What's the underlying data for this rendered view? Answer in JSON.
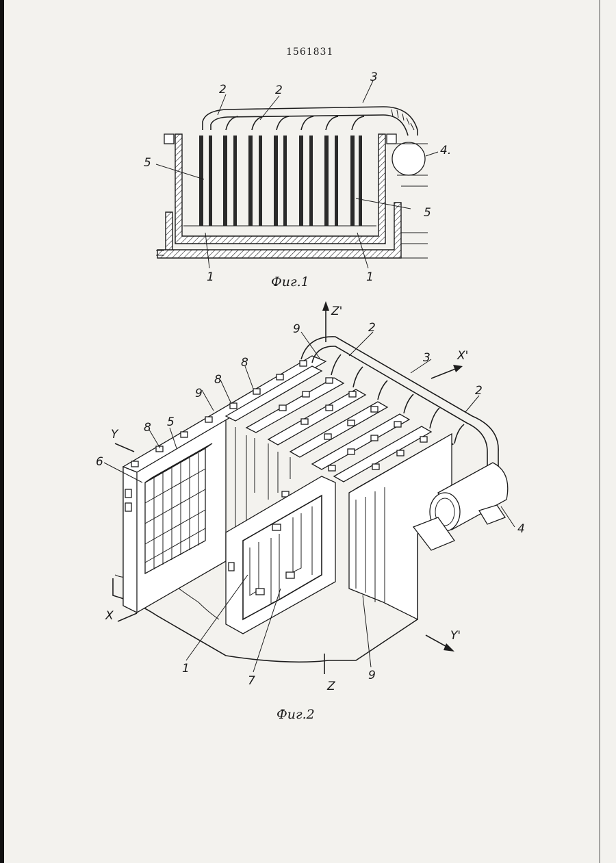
{
  "page": {
    "patent_number": "1561831",
    "background": "#f3f2ee",
    "ink": "#1d1d1d"
  },
  "figure1": {
    "caption": "Фиг.1",
    "labels": {
      "l2a": "2",
      "l2b": "2",
      "l3": "3",
      "l4": "4.",
      "l5a": "5",
      "l5b": "5",
      "l1a": "1",
      "l1b": "1"
    }
  },
  "figure2": {
    "caption": "Фиг.2",
    "labels": {
      "z_prime": "Z'",
      "x_prime": "X'",
      "y_prime": "Y'",
      "x": "X",
      "y": "Y",
      "z": "Z",
      "l9a": "9",
      "l2a": "2",
      "l3": "3",
      "l8a": "8",
      "l8b": "8",
      "l8c": "8",
      "l9b": "9",
      "l5": "5",
      "l6": "6",
      "l2b": "2",
      "l4": "4",
      "l1": "1",
      "l7": "7",
      "l9c": "9"
    }
  }
}
